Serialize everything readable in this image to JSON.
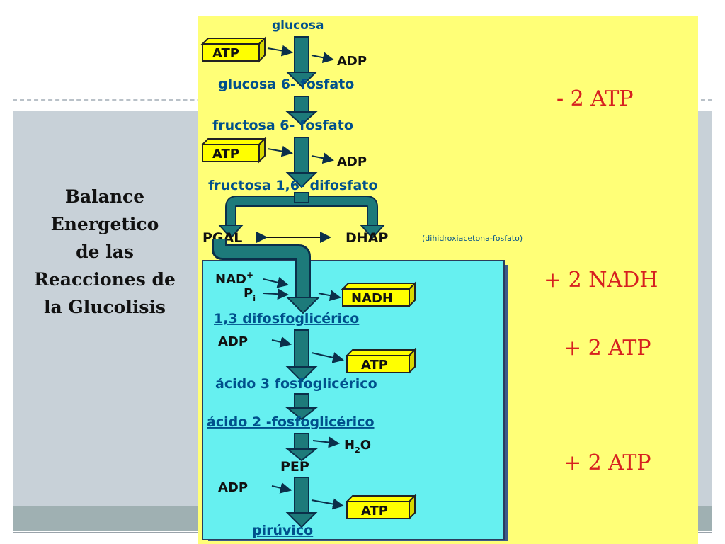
{
  "slide": {
    "title_lines": [
      "Balance",
      "Energetico",
      "de las",
      "Reacciones de",
      "la Glucolisis"
    ]
  },
  "diagram": {
    "glucosa": "glucosa",
    "atp": "ATP",
    "adp": "ADP",
    "g6p": "glucosa 6- fosfato",
    "f6p": "fructosa 6- fosfato",
    "f16dp": "fructosa 1,6- difosfato",
    "pgal": "PGAL",
    "dhap": "DHAP",
    "dhap_note": "(dihidroxiacetona-fosfato)",
    "nad": "NAD",
    "nad_sup": "+",
    "pi": "P",
    "pi_sub": "i",
    "nadh": "NADH",
    "bpg": "1,3 difosfoglicérico",
    "pg3": "ácido 3 fosfoglicérico",
    "pg2": "ácido 2 -fosfoglicérico",
    "h2o_h": "H",
    "h2o_2": "2",
    "h2o_o": "O",
    "pep": "PEP",
    "piruvico": "pirúvico"
  },
  "balance": {
    "minus_atp": "- 2 ATP",
    "plus_nadh": "+ 2 NADH",
    "plus_atp_1": "+ 2 ATP",
    "plus_atp_2": "+ 2 ATP"
  },
  "colors": {
    "yellow_bg": "#ffff77",
    "cyan_box": "#66f0f0",
    "arrow_teal": "#1d7a7a",
    "label_blue": "#00508c",
    "red": "#d62020"
  }
}
